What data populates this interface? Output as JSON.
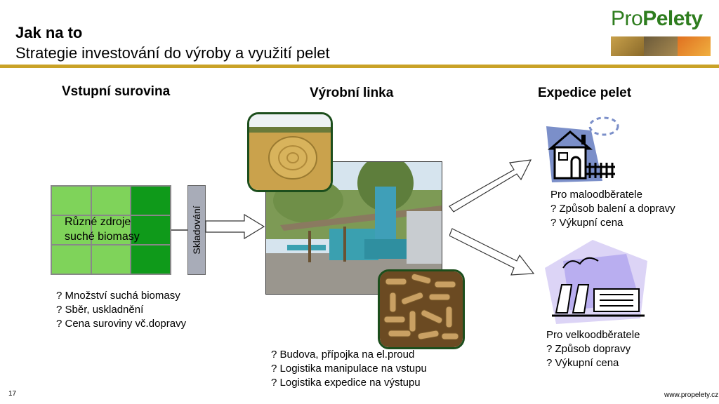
{
  "header": {
    "title": "Jak na to",
    "subtitle": "Strategie investování do výroby a využití pelet"
  },
  "logo": {
    "part1": "Pro",
    "part2": "Pelety"
  },
  "columns": {
    "input": {
      "heading": "Vstupní surovina",
      "grid_label_line1": "Různé zdroje",
      "grid_label_line2": "suché biomasy",
      "storage_label": "Skladování",
      "questions": [
        "? Množství suchá biomasy",
        "? Sběr, uskladnění",
        "? Cena suroviny vč.dopravy"
      ]
    },
    "line": {
      "heading": "Výrobní linka",
      "questions": [
        "? Budova, přípojka na el.proud",
        "? Logistika manipulace na vstupu",
        "? Logistika expedice na výstupu"
      ]
    },
    "dispatch": {
      "heading": "Expedice pelet",
      "small": [
        "Pro maloodběratele",
        "? Způsob balení a dopravy",
        "? Výkupní cena"
      ],
      "large": [
        "Pro velkoodběratele",
        "? Způsob dopravy",
        "? Výkupní cena"
      ]
    }
  },
  "footer": {
    "page_number": "17",
    "website": "www.propelety.cz"
  },
  "colors": {
    "accent_rule": "#c9a227",
    "logo_green": "#2e7d1e",
    "grid_light": "#7fd35a",
    "grid_dark": "#0f9a1a"
  }
}
